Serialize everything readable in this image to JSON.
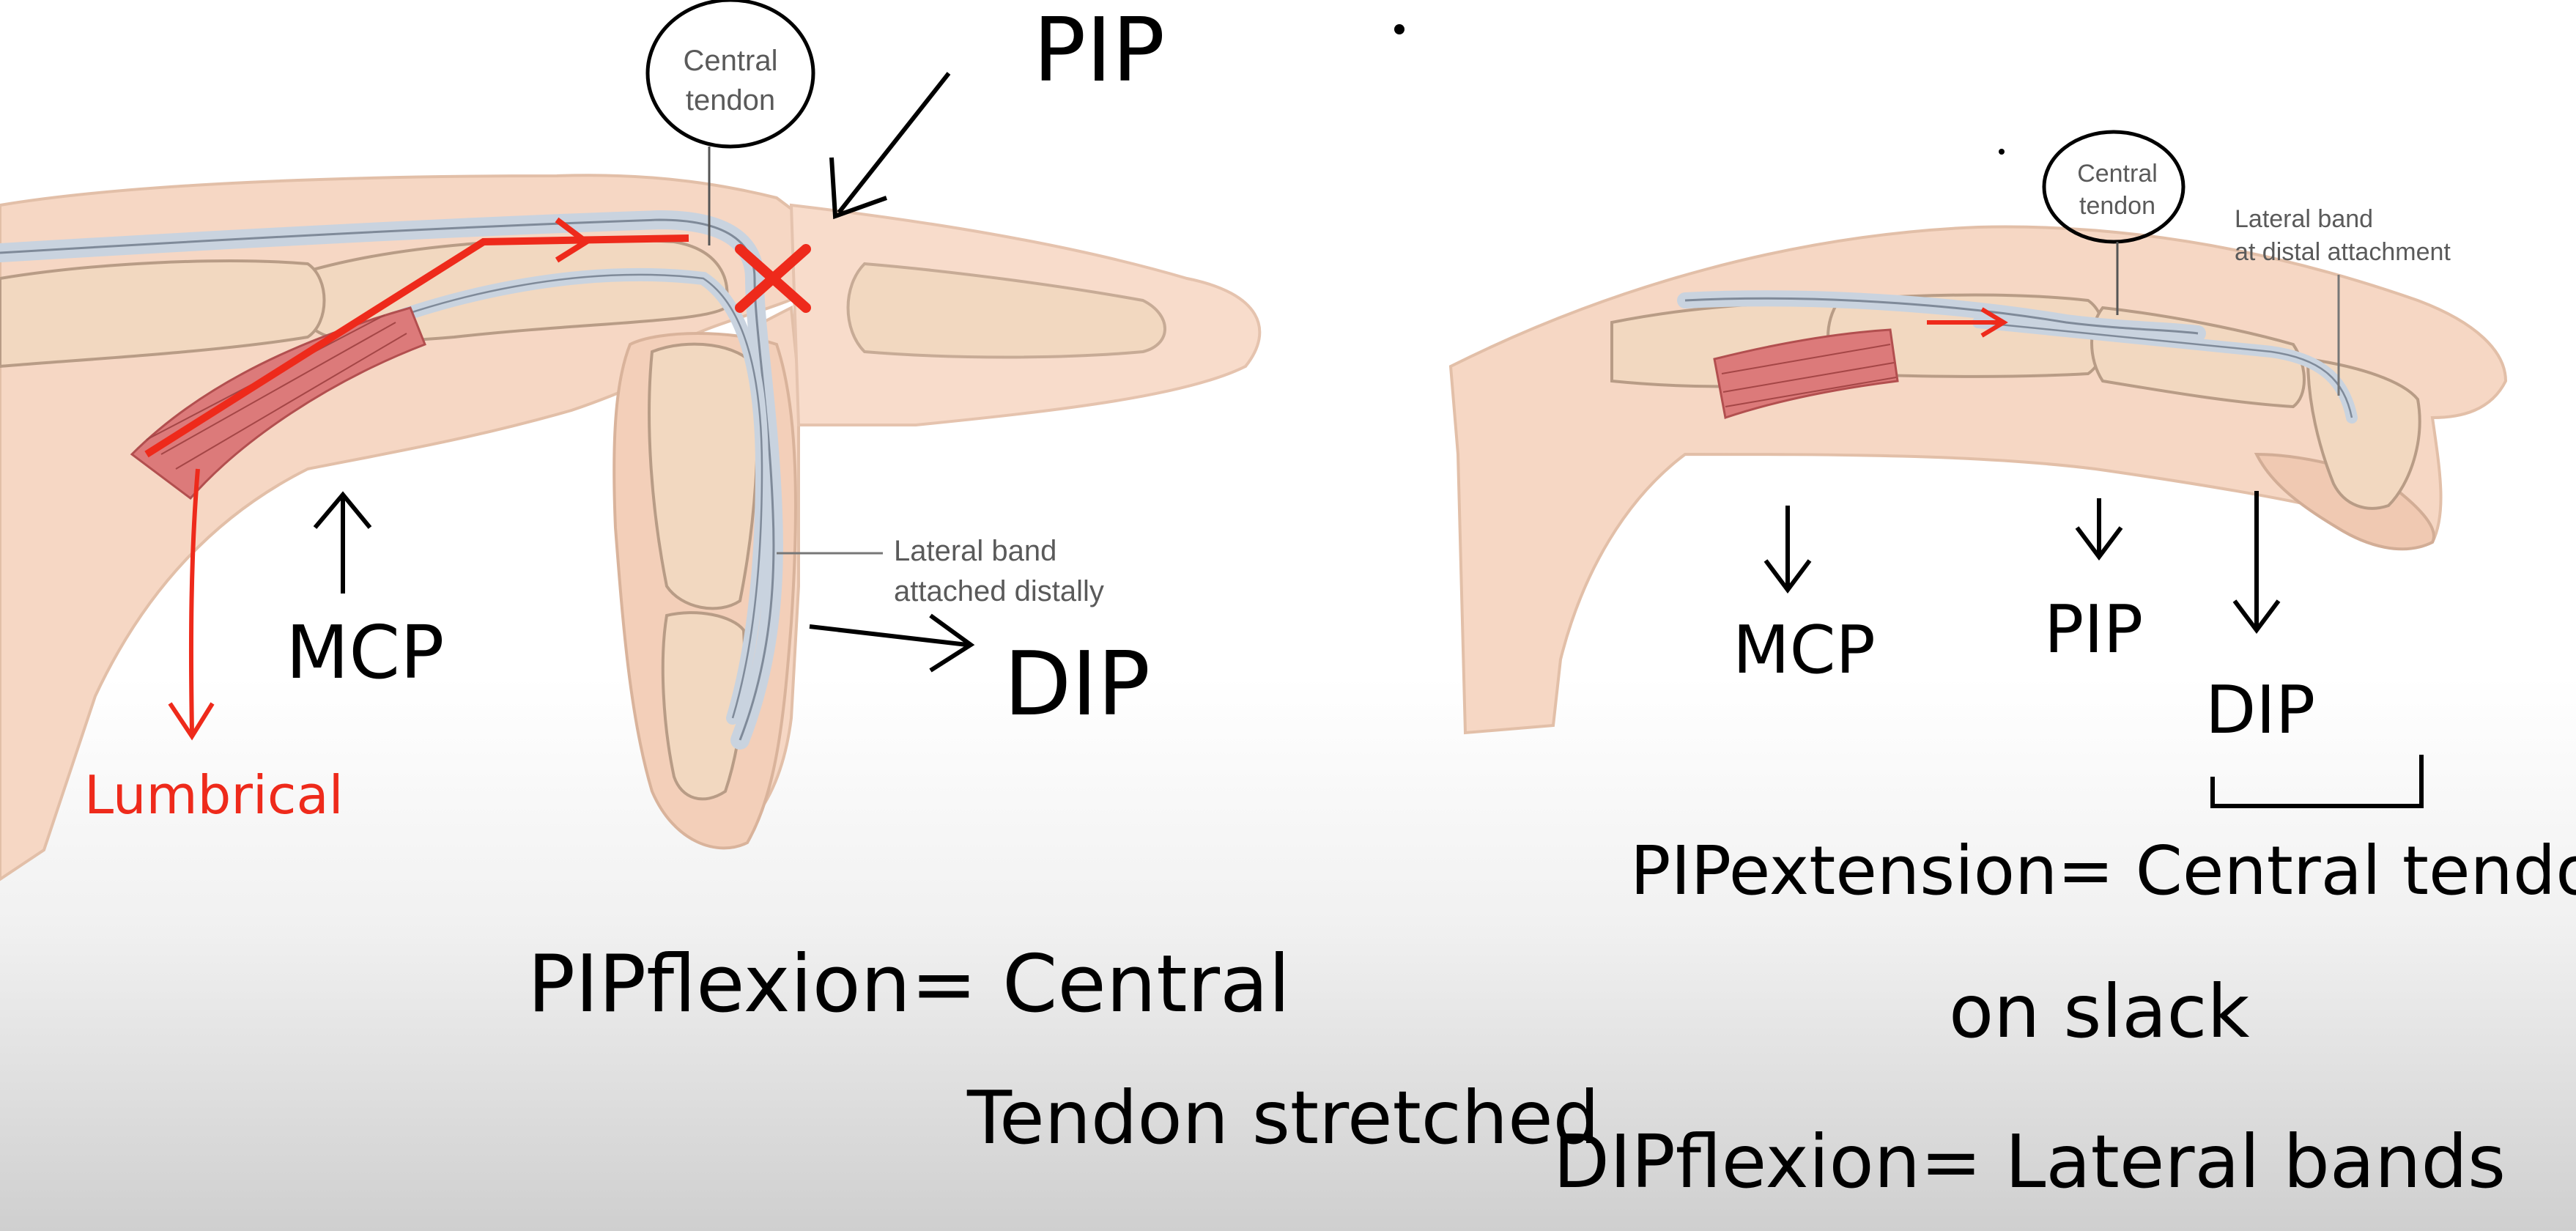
{
  "diagram": {
    "left": {
      "labels": {
        "central_tendon_line1": "Central",
        "central_tendon_line2": "tendon",
        "pip": "PIP",
        "lateral_band_line1": "Lateral band",
        "lateral_band_line2": "attached distally",
        "dip": "DIP",
        "mcp": "MCP",
        "lumbrical": "Lumbrical"
      },
      "caption_line1": "PIPflexion= Central",
      "caption_line2": "Tendon stretched"
    },
    "right": {
      "labels": {
        "central_tendon_line1": "Central",
        "central_tendon_line2": "tendon",
        "lateral_band_line1": "Lateral band",
        "lateral_band_line2": "at distal attachment",
        "mcp": "MCP",
        "pip": "PIP",
        "dip": "DIP"
      },
      "caption1_line1": "PIPextension= Central tendon",
      "caption1_line2": "on slack",
      "caption2": "DIPflexion= Lateral bands"
    }
  },
  "colors": {
    "skin": "#f6d7c4",
    "skin_outline": "#e2bfa8",
    "bone": "#f2d8c0",
    "bone_outline": "#b89c86",
    "tendon": "#c9d3df",
    "tendon_outline": "#7f8a99",
    "muscle": "#dc7a7a",
    "annotation_red": "#ee2a1b",
    "ink": "#000000"
  }
}
